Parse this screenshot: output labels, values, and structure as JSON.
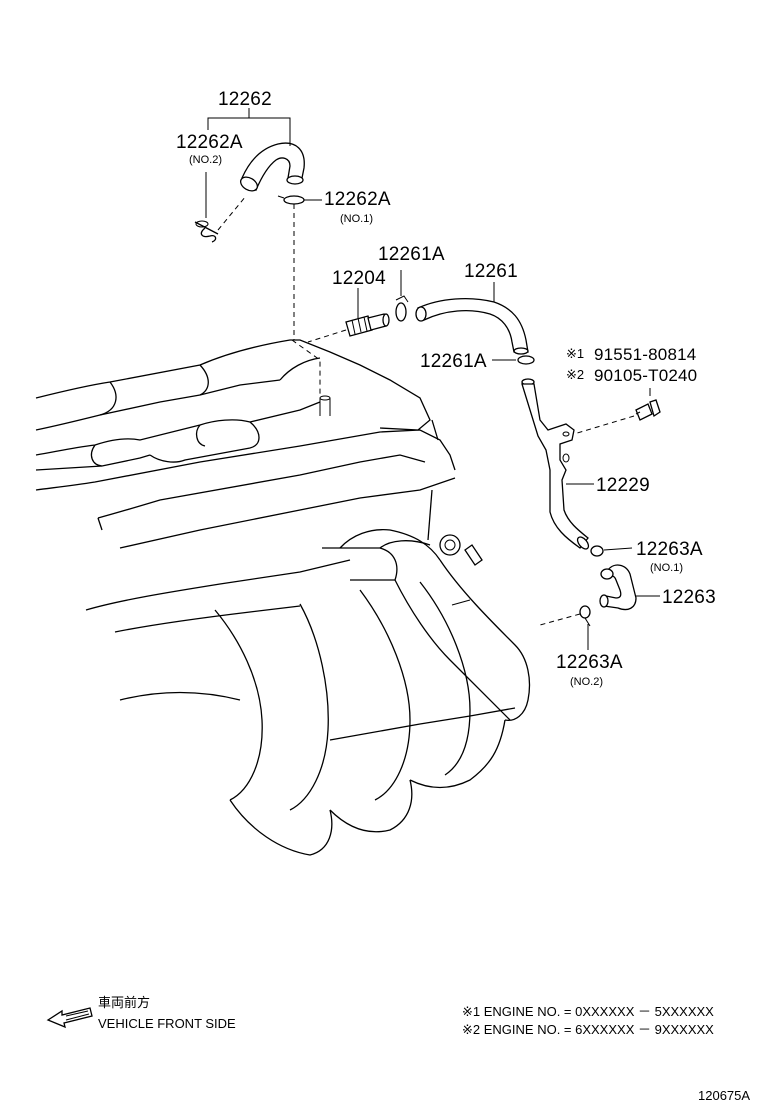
{
  "callouts": {
    "p12262": "12262",
    "p12262A_no2": "12262A",
    "p12262A_no2_sub": "(NO.2)",
    "p12262A_no1": "12262A",
    "p12262A_no1_sub": "(NO.1)",
    "p12261A_top": "12261A",
    "p12261": "12261",
    "p12204": "12204",
    "p12261A_mid": "12261A",
    "ref1_mark": "※1",
    "ref1_part": "91551-80814",
    "ref2_mark": "※2",
    "ref2_part": "90105-T0240",
    "p12229": "12229",
    "p12263A_no1": "12263A",
    "p12263A_no1_sub": "(NO.1)",
    "p12263": "12263",
    "p12263A_no2": "12263A",
    "p12263A_no2_sub": "(NO.2)"
  },
  "direction": {
    "japanese": "車両前方",
    "english": "VEHICLE FRONT SIDE"
  },
  "notes": {
    "line1": "※1 ENGINE NO. = 0XXXXXX － 5XXXXXX",
    "line2": "※2 ENGINE NO. = 6XXXXXX － 9XXXXXX"
  },
  "figure_id": "120675A"
}
